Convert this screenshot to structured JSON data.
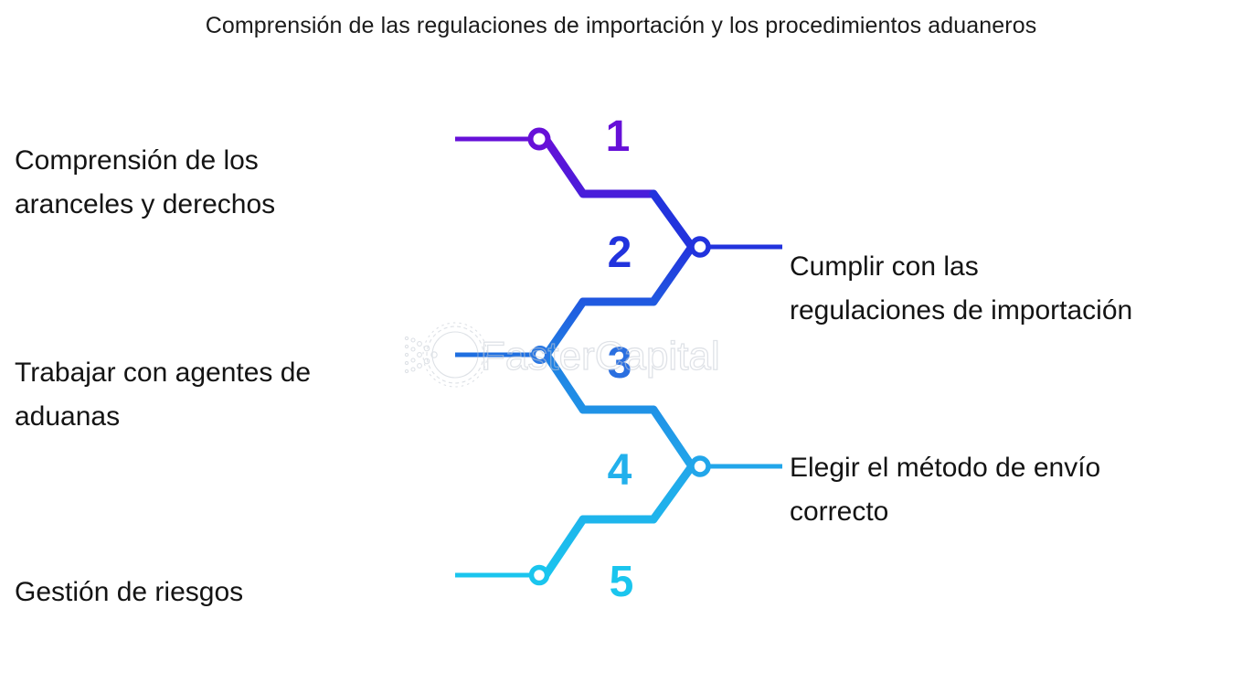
{
  "title": "Comprensión de las regulaciones de importación y los procedimientos aduaneros",
  "watermark": {
    "text": "FasterCapital",
    "icon": "gear-icon"
  },
  "colors": {
    "step1": "#6610d8",
    "step2": "#2233dd",
    "step3": "#1f6fe0",
    "step4": "#22a6ea",
    "step5": "#1ac5ee",
    "title_text": "#1b1b1b",
    "label_text": "#141414",
    "background": "#ffffff",
    "watermark": "#c9ced6"
  },
  "steps": [
    {
      "number": "1",
      "label": "Comprensión de los\narancelesy derechos",
      "label_text": "Comprensión de los\naranceles y derechos",
      "side": "left",
      "color": "#6610d8"
    },
    {
      "number": "2",
      "label_text": "Cumplir con las\nregulaciones de importación",
      "side": "right",
      "color": "#2233dd"
    },
    {
      "number": "3",
      "label_text": "Trabajar con agentes de\naduanas",
      "side": "left",
      "color": "#1f6fe0"
    },
    {
      "number": "4",
      "label_text": "Elegir el método de envío\ncorrecto",
      "side": "right",
      "color": "#22a6ea"
    },
    {
      "number": "5",
      "label_text": "Gestión de riesgos",
      "side": "left",
      "color": "#1ac5ee"
    }
  ]
}
